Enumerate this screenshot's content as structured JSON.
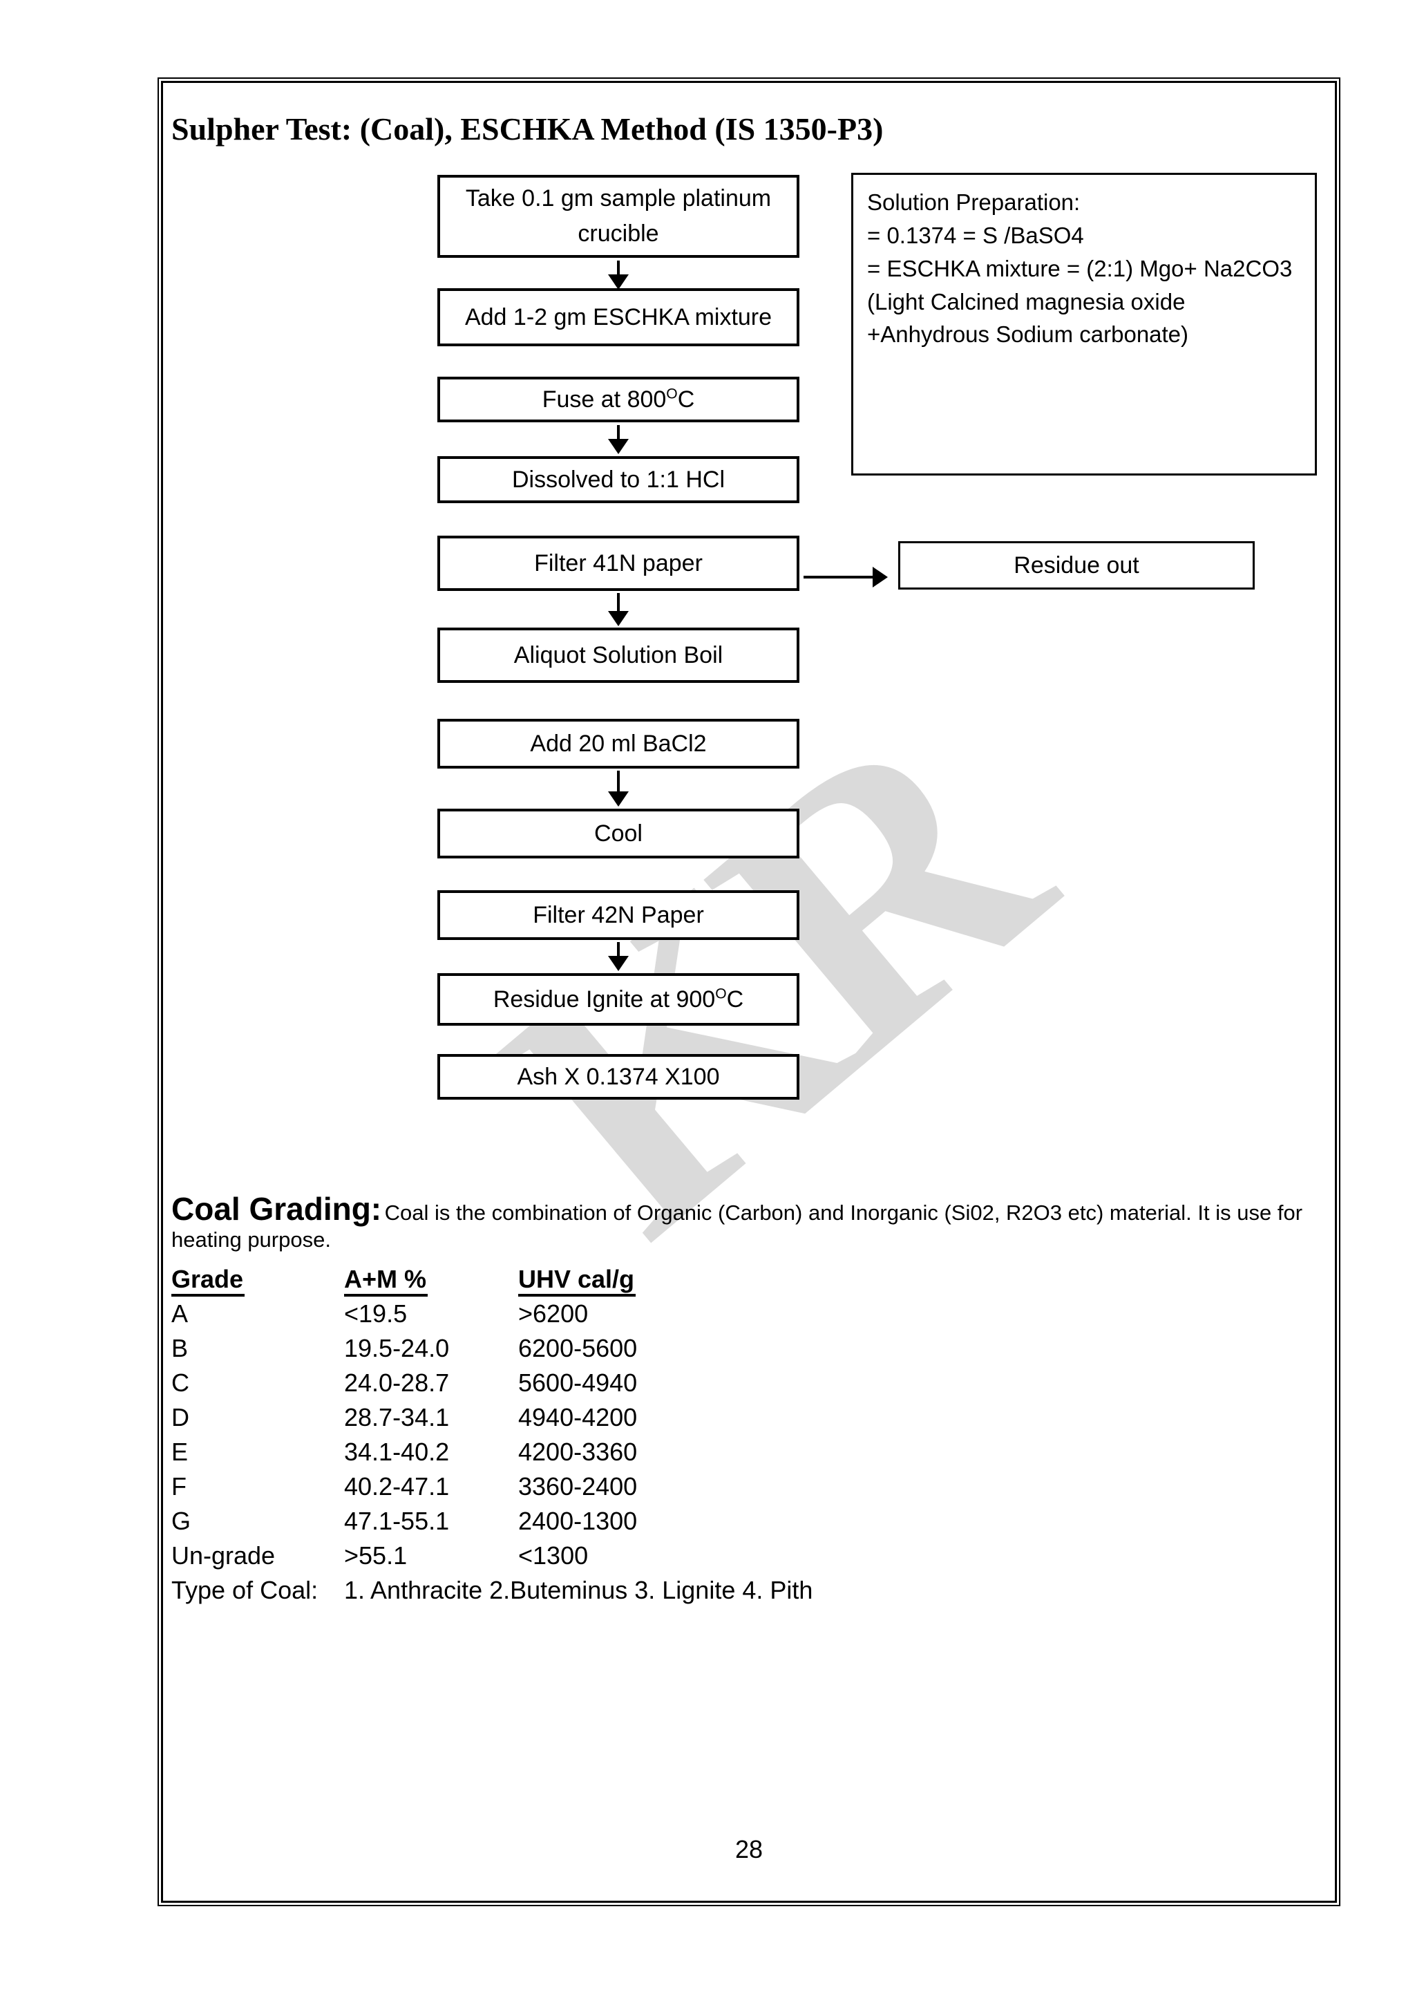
{
  "page": {
    "title": "Sulpher Test: (Coal), ESCHKA Method (IS 1350-P3)",
    "number": "28",
    "watermark": "KR"
  },
  "flowchart": {
    "step1": "Take 0.1 gm sample platinum crucible",
    "step2": "Add 1-2 gm ESCHKA mixture",
    "step3": {
      "pre": "Fuse at 800",
      "sup": "O",
      "post": "C"
    },
    "step4": "Dissolved to 1:1 HCl",
    "step5": "Filter 41N paper",
    "residue_out": "Residue out",
    "step6": "Aliquot Solution Boil",
    "step7": "Add 20 ml BaCl2",
    "step8": "Cool",
    "step9": "Filter 42N Paper",
    "step10": {
      "pre": "Residue Ignite at 900",
      "sup": "O",
      "post": "C"
    },
    "step11": "Ash X 0.1374 X100"
  },
  "solution_note": {
    "line1": "Solution Preparation:",
    "line2": "= 0.1374 = S /BaSO4",
    "line3": "= ESCHKA mixture = (2:1) Mgo+ Na2CO3",
    "line4": "(Light Calcined magnesia oxide",
    "line5": "+Anhydrous Sodium carbonate)"
  },
  "coal_grading": {
    "heading": "Coal Grading:",
    "description": "Coal is the combination of Organic (Carbon) and Inorganic (Si02, R2O3 etc) material. It is use for heating purpose.",
    "table": {
      "headers": [
        "Grade",
        "A+M %",
        "UHV cal/g"
      ],
      "rows": [
        [
          "A",
          "<19.5",
          ">6200"
        ],
        [
          "B",
          "19.5-24.0",
          "6200-5600"
        ],
        [
          "C",
          "24.0-28.7",
          "5600-4940"
        ],
        [
          "D",
          "28.7-34.1",
          "4940-4200"
        ],
        [
          "E",
          "34.1-40.2",
          "4200-3360"
        ],
        [
          "F",
          "40.2-47.1",
          "3360-2400"
        ],
        [
          "G",
          "47.1-55.1",
          "2400-1300"
        ],
        [
          "Un-grade",
          ">55.1",
          "<1300"
        ]
      ]
    },
    "type_of_coal_label": "Type of Coal:",
    "type_of_coal_value": "1. Anthracite 2.Buteminus 3. Lignite 4. Pith"
  }
}
